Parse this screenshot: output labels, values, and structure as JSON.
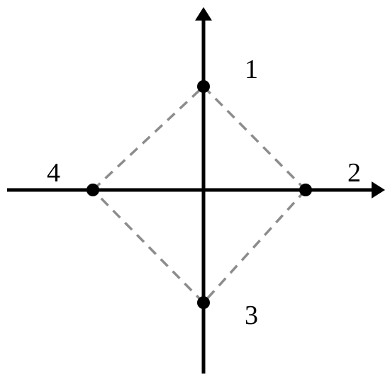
{
  "diagram": {
    "points": [
      {
        "label": "1"
      },
      {
        "label": "2"
      },
      {
        "label": "3"
      },
      {
        "label": "4"
      }
    ],
    "colors": {
      "axis": "#000000",
      "dashed": "#8c8c8c",
      "point": "#000000"
    }
  }
}
